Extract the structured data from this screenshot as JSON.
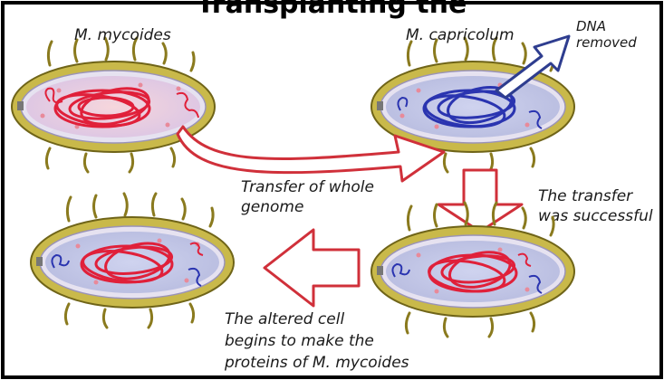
{
  "header_fragment": "Transplanting the",
  "labels": {
    "mycoides": "M. mycoides",
    "capricolum": "M. capricolum",
    "dna_removed_1": "DNA",
    "dna_removed_2": "removed",
    "transfer_1": "Transfer of whole",
    "transfer_2": "genome",
    "success_1": "The transfer",
    "success_2": "was successful",
    "altered_1": "The altered cell",
    "altered_2": "begins to make the",
    "altered_3": "proteins of M. mycoides"
  },
  "colors": {
    "cell_wall": "#c9b94a",
    "cell_wall_dark": "#8a7a1e",
    "membrane": "#d7d3e6",
    "cytoplasm_red": "#f3c9d2",
    "cytoplasm_blue": "#c9cdea",
    "dna_red": "#e0203a",
    "dna_blue": "#2a34b0",
    "arrow_red": "#d0303a",
    "arrow_blue": "#2e3d8f",
    "frame": "#000000"
  }
}
